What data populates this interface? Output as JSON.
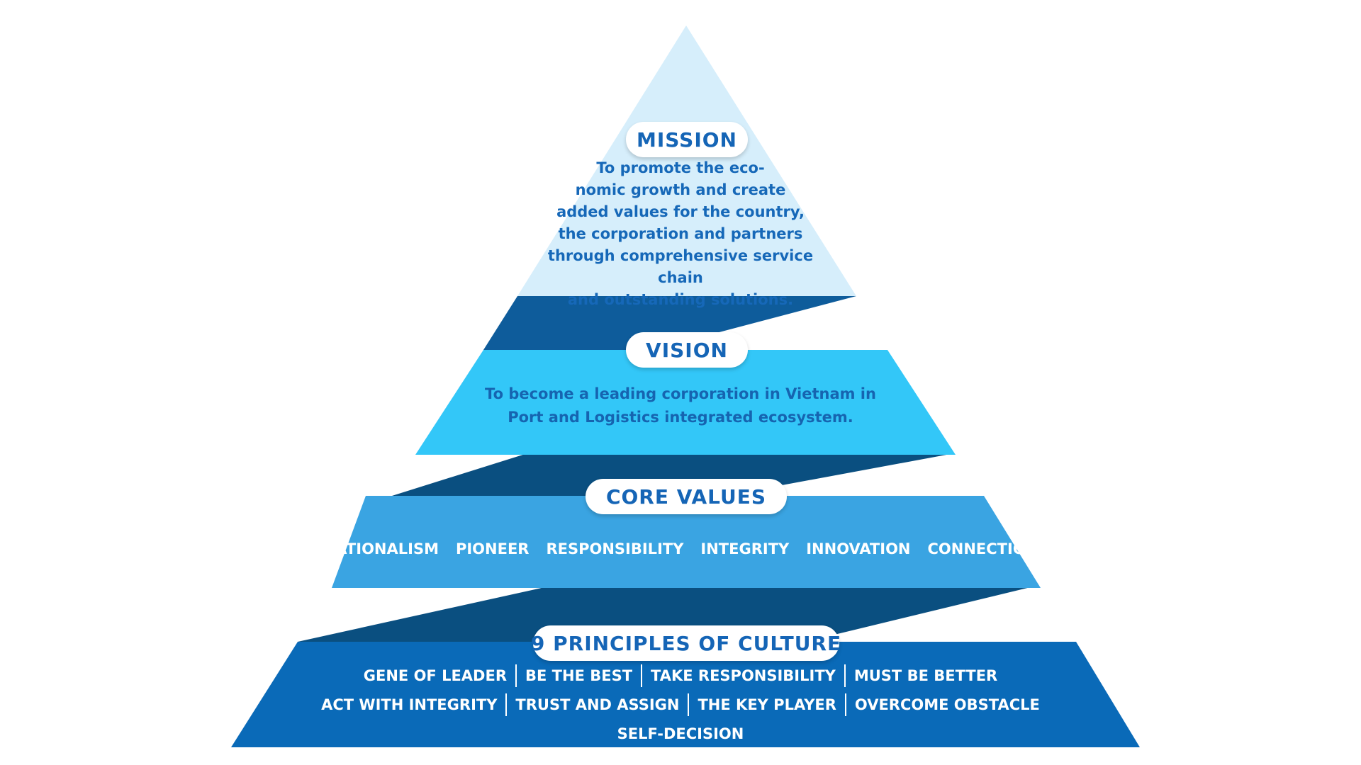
{
  "colors": {
    "mission_fill": "#d6eefb",
    "vision_fill": "#33c7f8",
    "core_fill": "#3aa4e2",
    "principles_fill": "#0a6ab8",
    "connector_dark": "#0a4f80",
    "connector_mid": "#0e5c9b",
    "pill_text": "#1565b6",
    "white": "#ffffff"
  },
  "mission": {
    "title": "MISSION",
    "lines": [
      "To promote the eco-",
      "nomic growth and create",
      "added values for the country,",
      "the corporation and partners",
      "through comprehensive service chain",
      "and outstanding solutions."
    ]
  },
  "vision": {
    "title": "VISION",
    "lines": [
      "To become a leading corporation in Vietnam in",
      "Port and Logistics integrated ecosystem."
    ]
  },
  "core_values": {
    "title": "CORE VALUES",
    "items": [
      "NATIONALISM",
      "PIONEER",
      "RESPONSIBILITY",
      "INTEGRITY",
      "INNOVATION",
      "CONNECTION"
    ]
  },
  "principles": {
    "title": "9 PRINCIPLES OF CULTURE",
    "rows": [
      [
        "GENE OF LEADER",
        "BE THE BEST",
        "TAKE RESPONSIBILITY",
        "MUST BE BETTER"
      ],
      [
        "ACT WITH INTEGRITY",
        "TRUST AND ASSIGN",
        "THE KEY PLAYER",
        "OVERCOME OBSTACLE"
      ],
      [
        "SELF-DECISION"
      ]
    ]
  }
}
